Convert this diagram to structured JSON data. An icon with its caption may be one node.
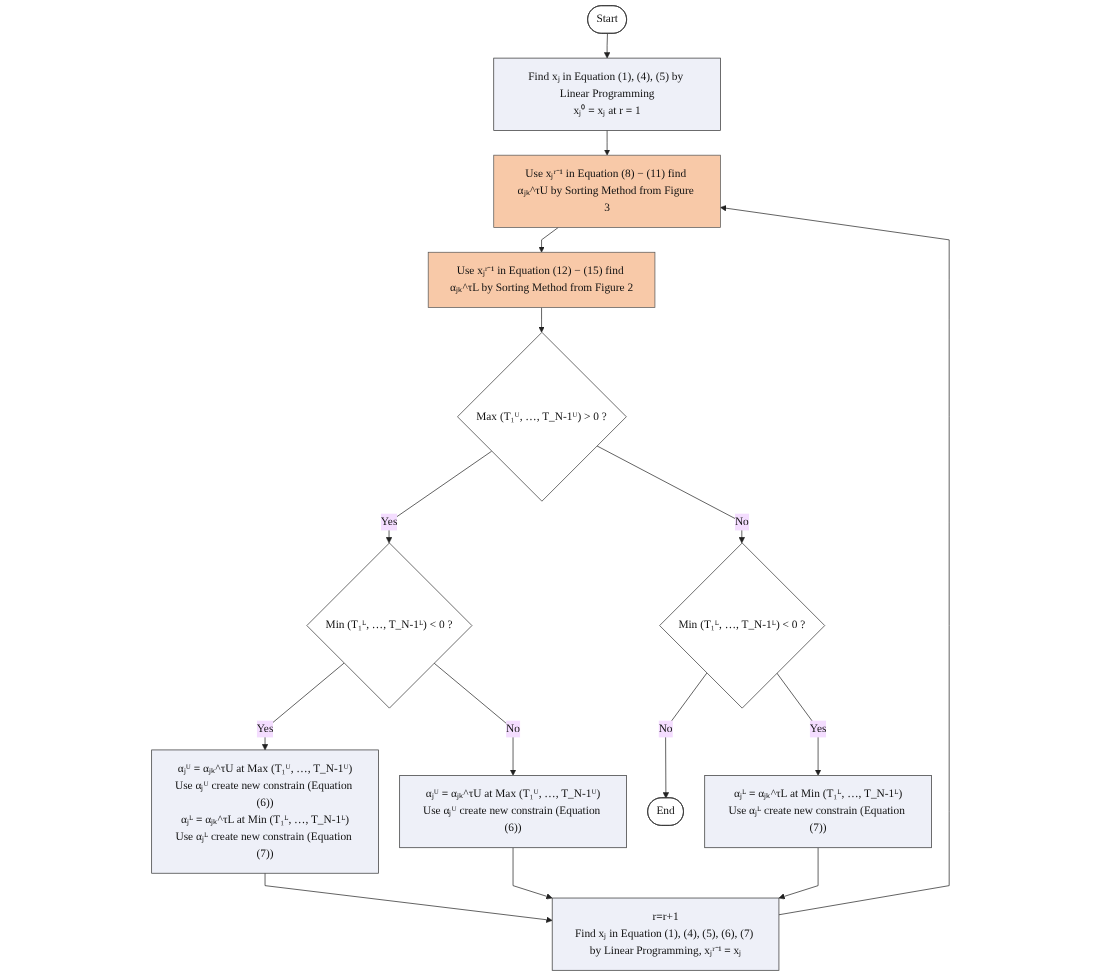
{
  "diagram": {
    "nodes": [
      {
        "text": [
          "Start"
        ]
      },
      {
        "text": [
          "Find xⱼ in Equation (1), (4), (5) by Linear Programming",
          "xⱼ⁰ = xⱼ at r = 1"
        ]
      },
      {
        "text": [
          "Use xⱼʳ⁻¹ in Equation (8) − (11) find αⱼₖ^τU by Sorting Method from Figure 3"
        ]
      },
      {
        "text": [
          "Use xⱼʳ⁻¹ in Equation (12) − (15) find αⱼₖ^τL by Sorting Method from Figure 2"
        ]
      },
      {
        "text": [
          "Max (T₁ᵁ, …, T_N-1ᵁ) > 0 ?"
        ]
      },
      {
        "text": [
          "Min (T₁ᴸ, …, T_N-1ᴸ) < 0 ?"
        ]
      },
      {
        "text": [
          "Min (T₁ᴸ, …, T_N-1ᴸ) < 0 ?"
        ]
      },
      {
        "text": [
          "End"
        ]
      },
      {
        "text": [
          "αⱼᵁ = αⱼₖ^τU at Max (T₁ᵁ, …, T_N-1ᵁ)",
          "Use αⱼᵁ create new constrain (Equation (6))",
          "αⱼᴸ = αⱼₖ^τL at Min (T₁ᴸ, …, T_N-1ᴸ)",
          "Use αⱼᴸ create new constrain (Equation (7))"
        ]
      },
      {
        "text": [
          "αⱼᵁ = αⱼₖ^τU at Max (T₁ᵁ, …, T_N-1ᵁ)",
          "Use αⱼᵁ create new constrain (Equation (6))"
        ]
      },
      {
        "text": [
          "αⱼᴸ = αⱼₖ^τL at Min (T₁ᴸ, …, T_N-1ᴸ)",
          "Use αⱼᴸ create new constrain (Equation (7))"
        ]
      },
      {
        "text": [
          "r=r+1",
          "Find xⱼ in Equation (1), (4), (5), (6), (7) by Linear Programming, xⱼʳ⁻¹ = xⱼ"
        ]
      }
    ],
    "edges": [
      {
        "from": 0,
        "to": 1,
        "arrow": "to"
      },
      {
        "from": 1,
        "to": 2,
        "arrow": "to"
      },
      {
        "from": 2,
        "to": 3,
        "arrow": "to"
      },
      {
        "from": 3,
        "to": 4,
        "arrow": "to"
      },
      {
        "from": 4,
        "to": 5,
        "arrow": "to",
        "label": "Yes"
      },
      {
        "from": 4,
        "to": 6,
        "arrow": "to",
        "label": "No"
      },
      {
        "from": 6,
        "to": 7,
        "arrow": "to",
        "label": "No"
      },
      {
        "from": 5,
        "to": 8,
        "arrow": "to",
        "label": "Yes"
      },
      {
        "from": 5,
        "to": 9,
        "arrow": "to",
        "label": "No"
      },
      {
        "from": 6,
        "to": 10,
        "arrow": "to",
        "label": "Yes"
      },
      {
        "from": 8,
        "to": 11,
        "arrow": "to"
      },
      {
        "from": 9,
        "to": 11,
        "arrow": "to"
      },
      {
        "from": 10,
        "to": 11,
        "arrow": "to"
      },
      {
        "from": 11,
        "to": 2,
        "arrow": "to"
      }
    ]
  }
}
